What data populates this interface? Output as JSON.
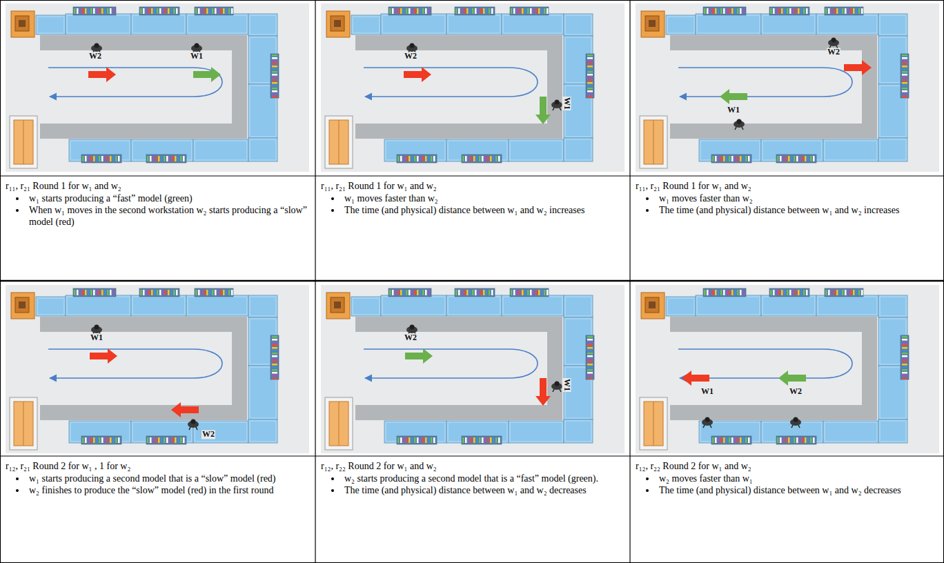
{
  "diagram": {
    "nodes": [
      {
        "text": [
          "r₁₁, r₂₁ Round 1 for w₁ and w₂",
          "w₁ starts producing a “fast” model (green)",
          "When w₁ moves in the second workstation w₂ starts producing a “slow” model (red)"
        ]
      },
      {
        "text": [
          "r₁₁, r₂₁ Round 1 for w₁ and w₂",
          "w₁ moves faster than w₂",
          "The time (and physical) distance between w₁ and w₂ increases"
        ]
      },
      {
        "text": [
          "r₁₁, r₂₁ Round 1 for w₁ and w₂",
          "w₁ moves faster than w₂",
          "The time (and physical) distance between w₁ and w₂ increases"
        ]
      },
      {
        "text": [
          "r₁₂, r₂₁ Round 2 for w₁ , 1 for w₂",
          "w₁ starts producing a second model that is a “slow” model (red)",
          "w₂ finishes to produce the “slow” model (red) in the first round"
        ]
      },
      {
        "text": [
          "r₁₂, r₂₂ Round 2 for w₁ and w₂",
          "w₂ starts producing a second model that is a “fast” model (green).",
          "The time (and physical) distance between w₁ and w₂ decreases"
        ]
      },
      {
        "text": [
          "r₁₂, r₂₂ Round 2 for w₁ and w₂",
          "w₂ moves faster than w₁",
          "The time (and physical) distance between w₁ and w₂ decreases"
        ]
      }
    ],
    "labels": [
      "W2",
      "W1",
      "W2",
      "W1",
      "W2",
      "W1",
      "W1",
      "W2",
      "W2",
      "W1",
      "W1",
      "W2"
    ]
  }
}
